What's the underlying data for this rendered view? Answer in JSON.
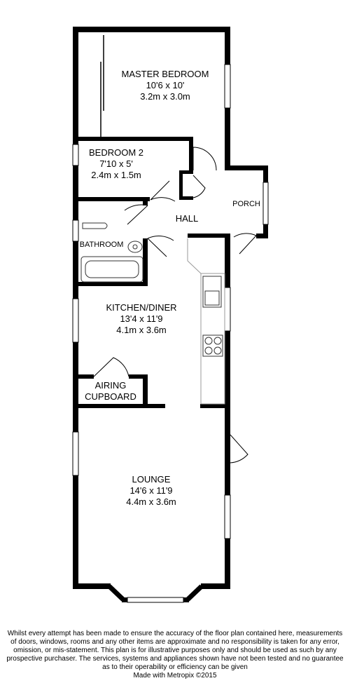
{
  "rooms": {
    "master_bedroom": {
      "name": "MASTER BEDROOM",
      "imperial": "10'6 x 10'",
      "metric": "3.2m x 3.0m"
    },
    "bedroom_2": {
      "name": "BEDROOM 2",
      "imperial": "7'10 x 5'",
      "metric": "2.4m x 1.5m"
    },
    "hall": {
      "name": "HALL"
    },
    "porch": {
      "name": "PORCH"
    },
    "bathroom": {
      "name": "BATHROOM"
    },
    "kitchen_diner": {
      "name": "KITCHEN/DINER",
      "imperial": "13'4 x 11'9",
      "metric": "4.1m x 3.6m"
    },
    "airing_cupboard": {
      "line1": "AIRING",
      "line2": "CUPBOARD"
    },
    "lounge": {
      "name": "LOUNGE",
      "imperial": "14'6 x 11'9",
      "metric": "4.4m x 3.6m"
    }
  },
  "disclaimer": {
    "line1": "Whilst every attempt has been made to ensure the accuracy of the floor plan contained here, measurements",
    "line2": "of doors, windows, rooms and any other items are approximate and no responsibility is taken for any error,",
    "line3": "omission, or mis-statement. This plan is for illustrative purposes only and should be used as such by any",
    "line4": "prospective purchaser. The services, systems and appliances shown have not been tested and no guarantee",
    "line5": "as to their operability or efficiency can be given",
    "line6": "Made with Metropix ©2015"
  }
}
